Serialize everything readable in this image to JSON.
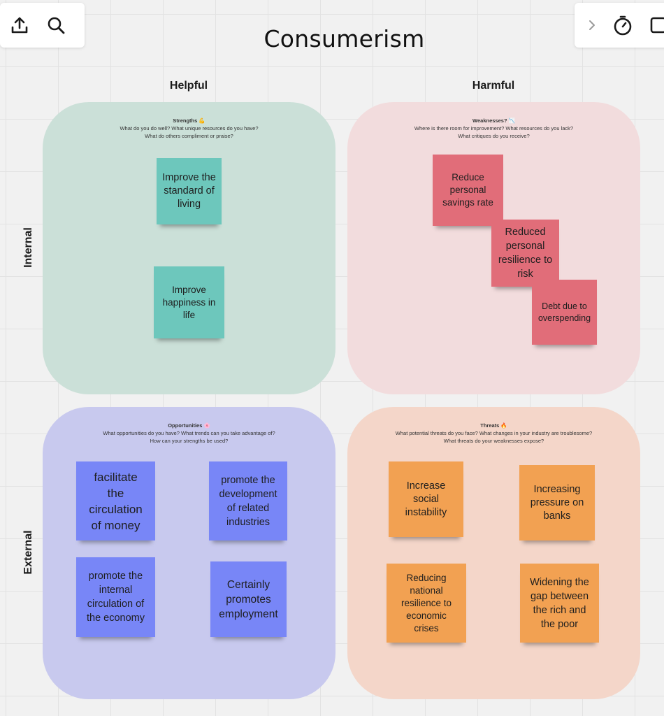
{
  "board": {
    "title": "Consumerism"
  },
  "toolbar": {
    "left": [
      {
        "icon": "upload-icon"
      },
      {
        "icon": "search-icon"
      }
    ],
    "right": [
      {
        "icon": "chevron-right-icon"
      },
      {
        "icon": "timer-icon"
      },
      {
        "icon": "frame-icon"
      }
    ]
  },
  "columns": {
    "helpful": "Helpful",
    "harmful": "Harmful"
  },
  "rows": {
    "internal": "Internal",
    "external": "External"
  },
  "quadrants": {
    "strengths": {
      "title": "Strengths 💪",
      "prompt_1": "What do you do well? What unique resources do you have?",
      "prompt_2": "What do others compliment or praise?",
      "color": "#cbe0d8",
      "notes": [
        "Improve the standard of living",
        "Improve happiness in life"
      ]
    },
    "weaknesses": {
      "title": "Weaknesses? 📉",
      "prompt_1": "Where is there room for improvement? What resources do you lack?",
      "prompt_2": "What critiques do you receive?",
      "color": "#f2dcdd",
      "notes": [
        "Reduce personal savings rate",
        "Reduced personal resilience to risk",
        "Debt due to overspending"
      ]
    },
    "opportunities": {
      "title": "Opportunities 🌸",
      "prompt_1": "What opportunities do you have? What trends can you take advantage of?",
      "prompt_2": "How can your strengths be used?",
      "color": "#c8c9ee",
      "notes": [
        "facilitate the circulation of money",
        "promote the development of related industries",
        "promote the internal circulation of the economy",
        "Certainly promotes employment"
      ]
    },
    "threats": {
      "title": "Threats 🔥",
      "prompt_1": "What potential threats do you face? What changes in your industry are troublesome?",
      "prompt_2": "What threats do your weaknesses expose?",
      "color": "#f4d6c9",
      "notes": [
        "Increase social instability",
        "Increasing pressure on banks",
        "Reducing national resilience to economic crises",
        "Widening the gap between the rich and the poor"
      ]
    }
  },
  "colors": {
    "teal_note": "#6dc7bc",
    "red_note": "#e16d79",
    "blue_note": "#7886f7",
    "orange_note": "#f2a152"
  }
}
